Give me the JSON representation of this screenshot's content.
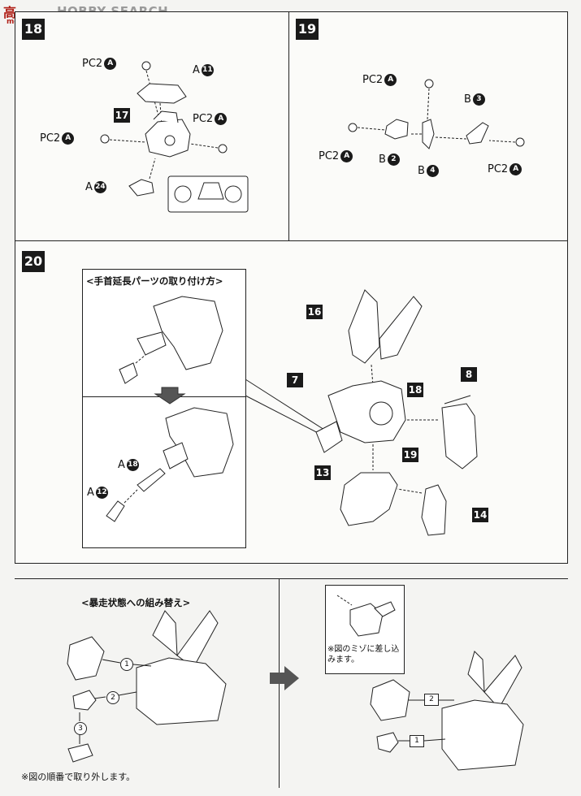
{
  "watermark": {
    "brand": "HOBBY SEARCH",
    "logo_cn": "高",
    "logo_site": "mobi.com"
  },
  "steps": {
    "s18": {
      "number": "18",
      "labels": {
        "pc2_top": "PC2",
        "pc2_top_part": "A",
        "a11": "A",
        "a11_num": "11",
        "sub17": "17",
        "pc2_right": "PC2",
        "pc2_right_part": "A",
        "pc2_left": "PC2",
        "pc2_left_part": "A",
        "a24": "A",
        "a24_num": "24"
      }
    },
    "s19": {
      "number": "19",
      "labels": {
        "pc2_top": "PC2",
        "pc2_top_part": "A",
        "b3": "B",
        "b3_num": "3",
        "pc2_left": "PC2",
        "pc2_left_part": "A",
        "b2": "B",
        "b2_num": "2",
        "b4": "B",
        "b4_num": "4",
        "pc2_right": "PC2",
        "pc2_right_part": "A"
      }
    },
    "s20": {
      "number": "20",
      "inset_title": "<手首延長パーツの取り付け方>",
      "inset_labels": {
        "a18": "A",
        "a18_num": "18",
        "a12": "A",
        "a12_num": "12"
      },
      "subs": {
        "s16": "16",
        "s7": "7",
        "s18": "18",
        "s8": "8",
        "s13": "13",
        "s19": "19",
        "s14": "14"
      }
    },
    "rampage": {
      "title": "<暴走状態への組み替え>",
      "removal_steps": [
        "1",
        "2",
        "3"
      ],
      "note_order": "※図の順番で取り外します。",
      "note_insert": "※図のミゾに差し込みます。",
      "attach_steps": [
        "2",
        "1"
      ]
    }
  }
}
